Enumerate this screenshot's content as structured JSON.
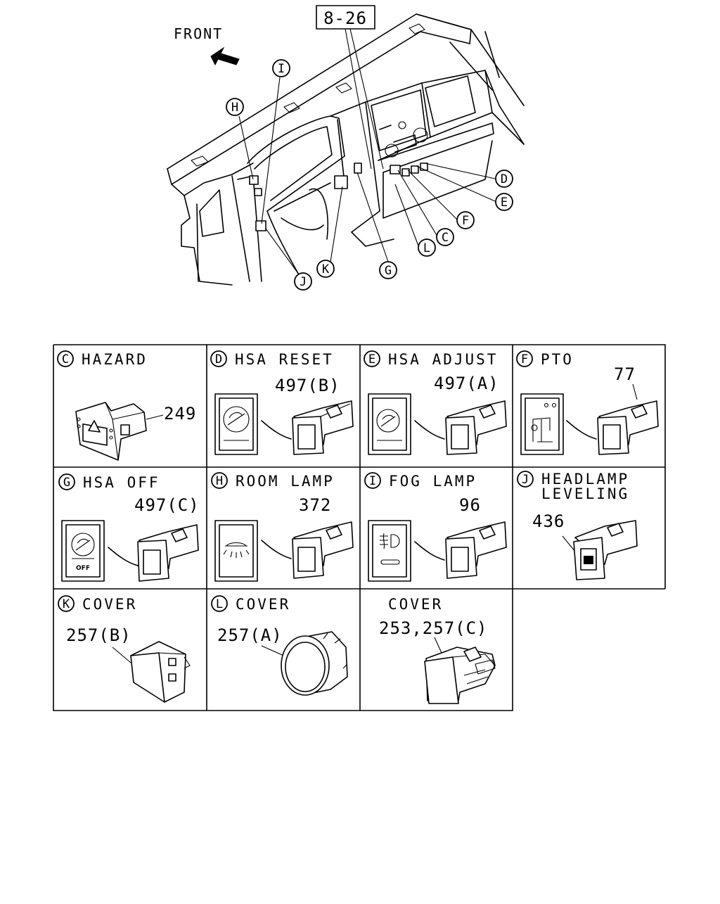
{
  "reference_box": "8-26",
  "front_label": "FRONT",
  "callouts": [
    "H",
    "I",
    "D",
    "E",
    "F",
    "C",
    "L",
    "K",
    "G",
    "J"
  ],
  "parts": {
    "c": {
      "letter": "C",
      "name": "HAZARD",
      "number": "249"
    },
    "d": {
      "letter": "D",
      "name": "HSA RESET",
      "number": "497(B)"
    },
    "e": {
      "letter": "E",
      "name": "HSA ADJUST",
      "number": "497(A)"
    },
    "f": {
      "letter": "F",
      "name": "PTO",
      "number": "77"
    },
    "g": {
      "letter": "G",
      "name": "HSA OFF",
      "number": "497(C)",
      "badge": "OFF"
    },
    "h": {
      "letter": "H",
      "name": "ROOM LAMP",
      "number": "372"
    },
    "i": {
      "letter": "I",
      "name": "FOG LAMP",
      "number": "96"
    },
    "j": {
      "letter": "J",
      "name_line1": "HEADLAMP",
      "name_line2": "LEVELING",
      "number": "436"
    },
    "k": {
      "letter": "K",
      "name": "COVER",
      "number": "257(B)"
    },
    "l": {
      "letter": "L",
      "name": "COVER",
      "number": "257(A)"
    },
    "m": {
      "name": "COVER",
      "number": "253,257(C)"
    }
  }
}
